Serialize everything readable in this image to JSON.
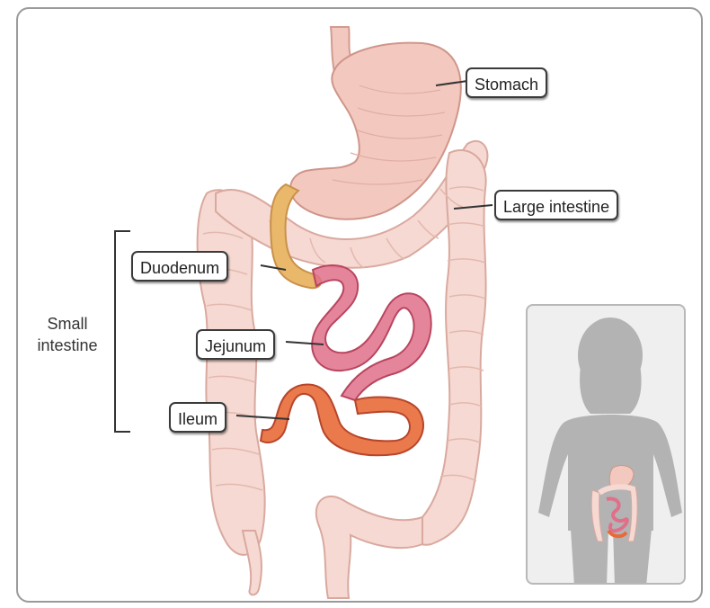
{
  "labels": {
    "stomach": "Stomach",
    "large_intestine": "Large intestine",
    "duodenum": "Duodenum",
    "jejunum": "Jejunum",
    "ileum": "Ileum",
    "small_intestine_line1": "Small",
    "small_intestine_line2": "intestine"
  },
  "colors": {
    "stomach": "#f3c9bf",
    "large_intestine": "#f6d9d2",
    "duodenum": "#e9b86a",
    "jejunum": "#e0708a",
    "ileum": "#e86a38",
    "silhouette": "#b3b3b3"
  }
}
